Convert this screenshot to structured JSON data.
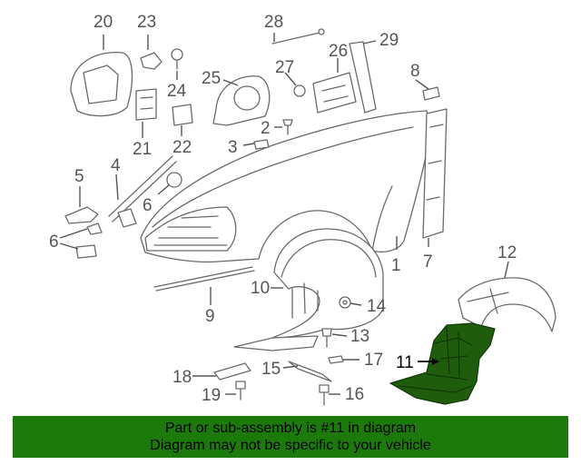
{
  "diagram": {
    "callouts": {
      "c1": "1",
      "c2": "2",
      "c3": "3",
      "c4": "4",
      "c5": "5",
      "c6a": "6",
      "c6b": "6",
      "c7": "7",
      "c8": "8",
      "c9": "9",
      "c10": "10",
      "c11": "11",
      "c12": "12",
      "c13": "13",
      "c14": "14",
      "c15": "15",
      "c16": "16",
      "c17": "17",
      "c18": "18",
      "c19": "19",
      "c20": "20",
      "c21": "21",
      "c22": "22",
      "c23": "23",
      "c24": "24",
      "c25": "25",
      "c26": "26",
      "c27": "27",
      "c28": "28",
      "c29": "29"
    },
    "highlighted_part": "11",
    "highlight_color": "#1f5c0c"
  },
  "banner": {
    "line1": "Part or sub-assembly is #11 in diagram",
    "line2": "Diagram may not be specific to your vehicle",
    "color": "#1c7a0a"
  }
}
